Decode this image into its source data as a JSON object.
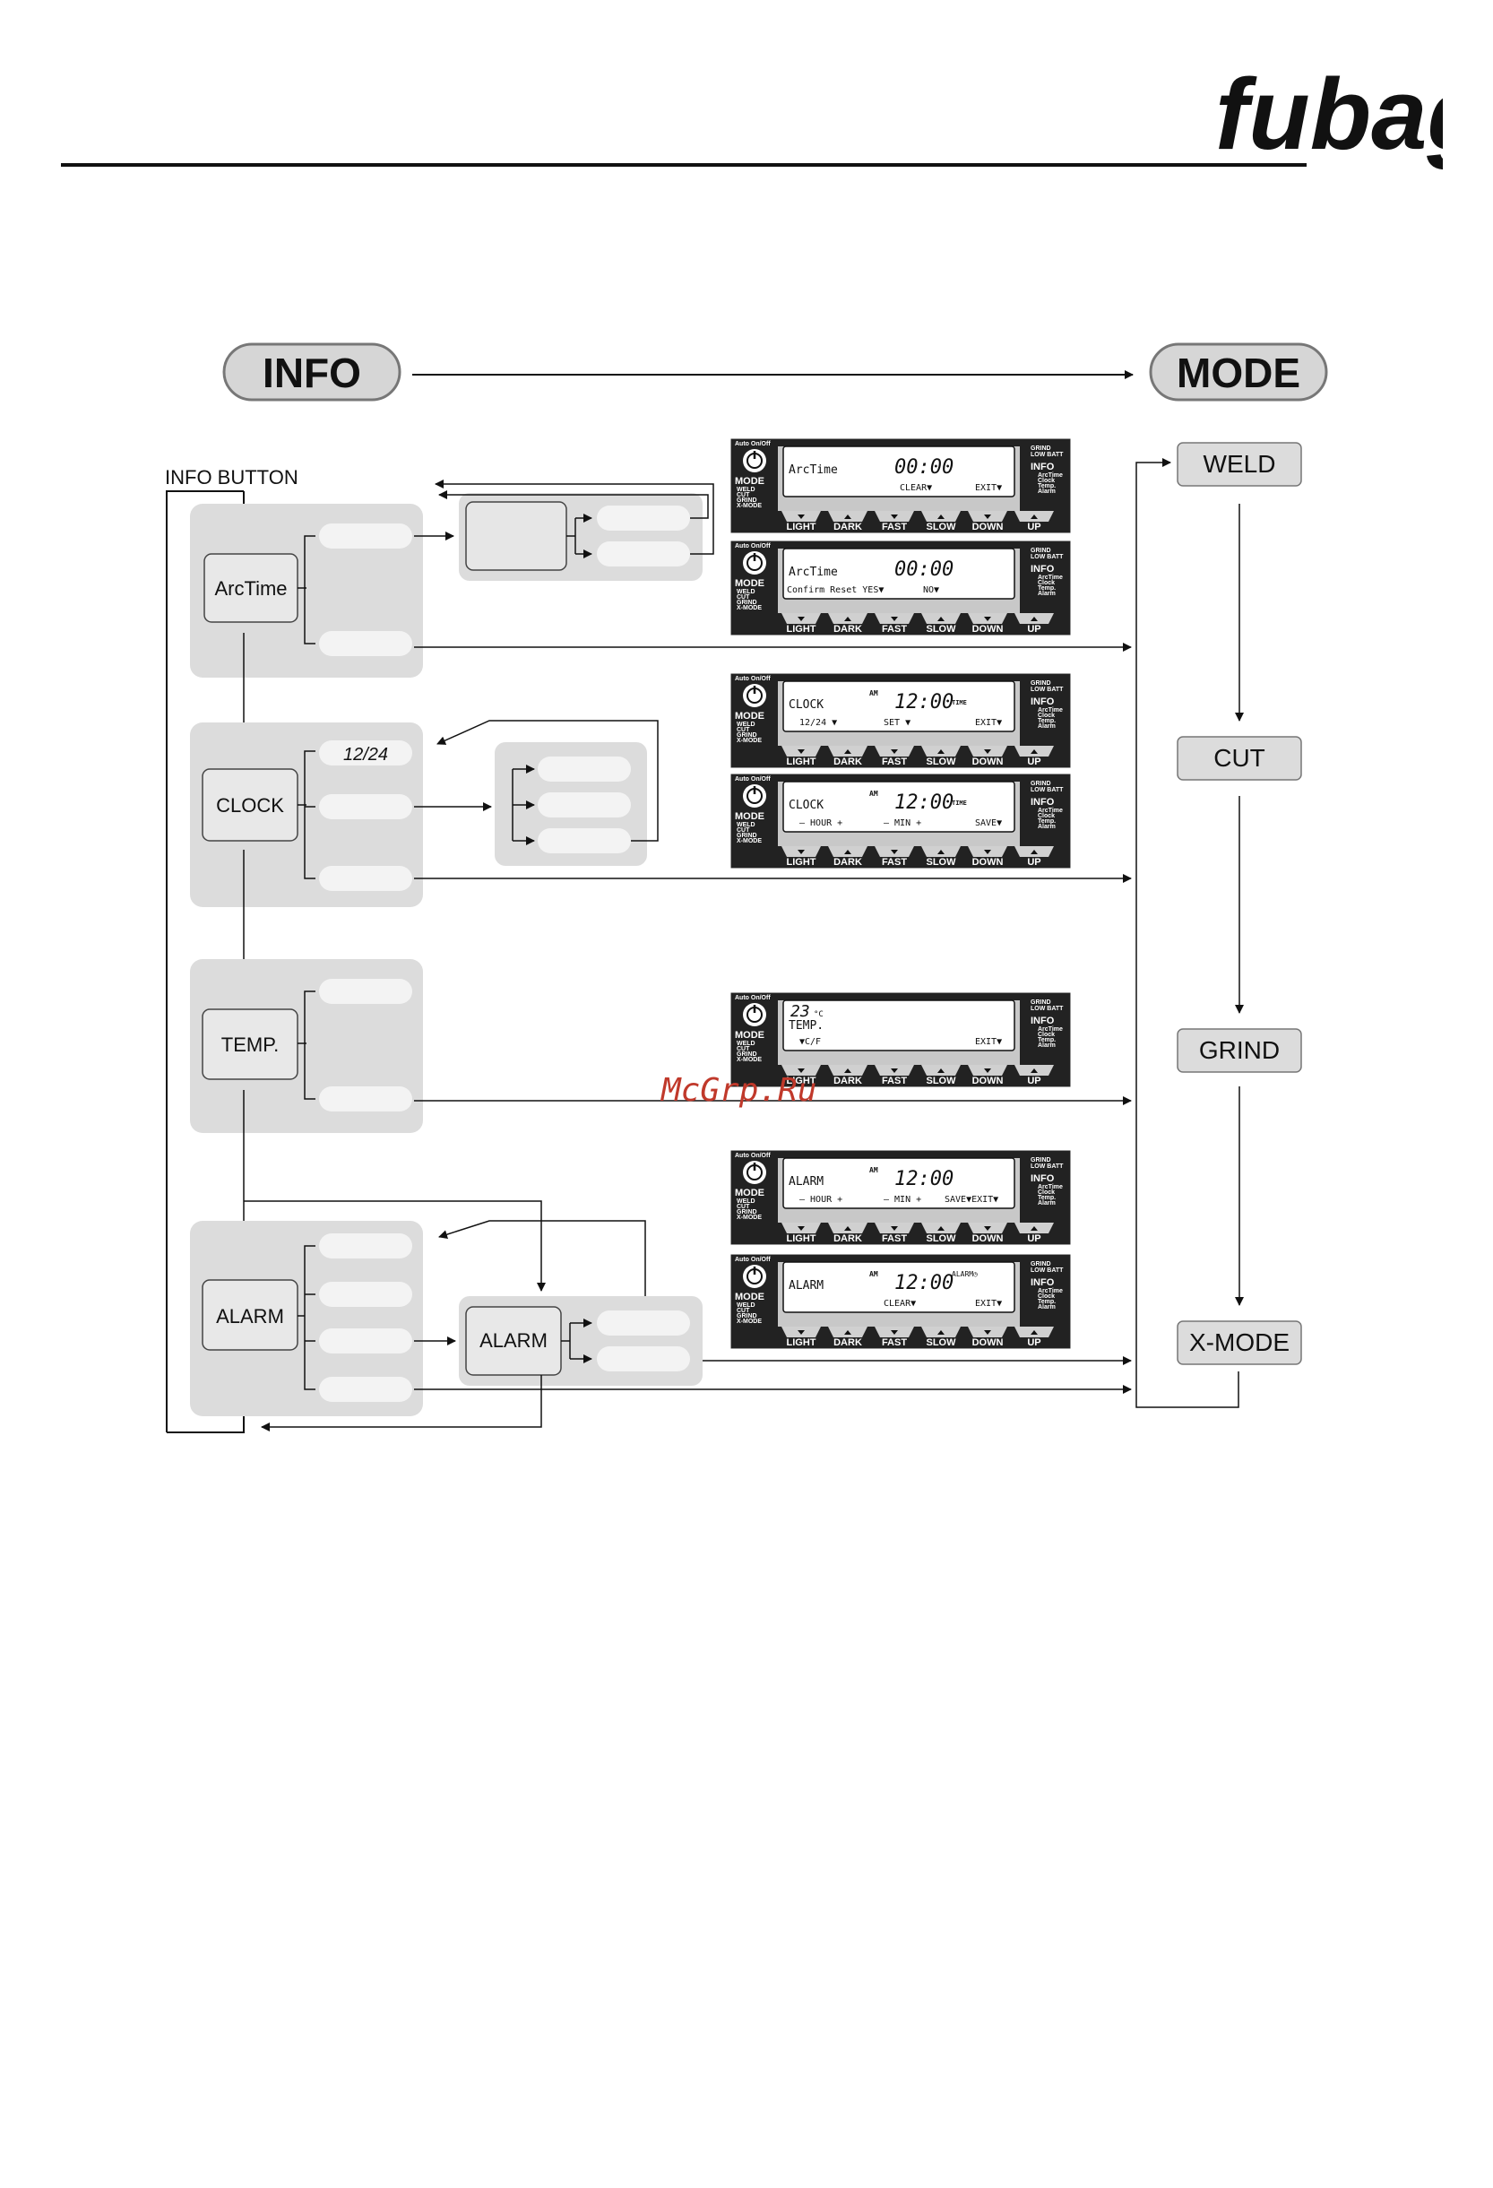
{
  "header": {
    "brand": "fubag"
  },
  "watermark": "McGrp.Ru",
  "info_title": "INFO",
  "mode_title": "MODE",
  "info_button_label": "INFO BUTTON",
  "info_blocks": {
    "arctime": "ArcTime",
    "clock": "CLOCK",
    "clock_option": "12/24",
    "temp": "TEMP.",
    "alarm": "ALARM",
    "alarm_sub": "ALARM"
  },
  "modes": [
    "WELD",
    "CUT",
    "GRIND",
    "X-MODE"
  ],
  "panel_common": {
    "mode": "MODE",
    "info": "INFO",
    "auto": "Auto On/Off",
    "grind": "GRIND",
    "lowbatt": "LOW BATT",
    "mode_list": [
      "WELD",
      "CUT",
      "GRIND",
      "X-MODE"
    ],
    "info_list": [
      "ArcTime",
      "Clock",
      "Temp.",
      "Alarm"
    ],
    "buttons": [
      "LIGHT",
      "DARK",
      "FAST",
      "SLOW",
      "DOWN",
      "UP"
    ]
  },
  "lcd": {
    "p1": {
      "title": "ArcTime",
      "big": "00:00",
      "bottom_a": "CLEAR▼",
      "bottom_b": "EXIT▼"
    },
    "p2": {
      "title": "ArcTime",
      "big": "00:00",
      "bottom_a": "Confirm Reset  YES▼",
      "bottom_b": "NO▼"
    },
    "p3": {
      "title": "CLOCK",
      "am": "AM",
      "big": "12:00",
      "time": "TIME",
      "b1": "12/24 ▼",
      "b2": "SET ▼",
      "b3": "EXIT▼"
    },
    "p4": {
      "title": "CLOCK",
      "am": "AM",
      "big": "12:00",
      "time": "TIME",
      "b1": "– HOUR +",
      "b2": "– MIN  +",
      "b3": "SAVE▼"
    },
    "p5": {
      "temp": "23",
      "unit": "°C",
      "title": "TEMP.",
      "b1": "▼C/F",
      "b3": "EXIT▼"
    },
    "p6": {
      "title": "ALARM",
      "am": "AM",
      "big": "12:00",
      "b1": "– HOUR +",
      "b2": "– MIN  +",
      "b3": "SAVE▼EXIT▼"
    },
    "p7": {
      "title": "ALARM",
      "am": "AM",
      "big": "12:00",
      "alarm": "ALARM◷",
      "b2": "CLEAR▼",
      "b3": "EXIT▼"
    }
  }
}
